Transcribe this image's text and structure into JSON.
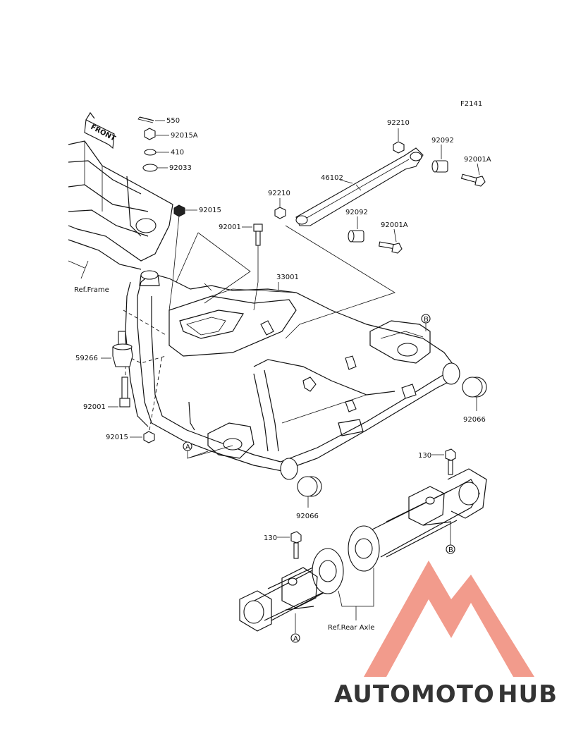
{
  "figure_code": "F2141",
  "front_arrow_label": "FRONT",
  "ref_labels": {
    "frame": "Ref.Frame",
    "rear_axle": "Ref.Rear Axle"
  },
  "callouts": {
    "circle_a": "A",
    "circle_b": "B"
  },
  "parts": [
    {
      "id": "p550",
      "number": "550"
    },
    {
      "id": "p92015A",
      "number": "92015A"
    },
    {
      "id": "p410",
      "number": "410"
    },
    {
      "id": "p92033",
      "number": "92033"
    },
    {
      "id": "p92015_top",
      "number": "92015"
    },
    {
      "id": "p92001_top",
      "number": "92001"
    },
    {
      "id": "p33001",
      "number": "33001"
    },
    {
      "id": "p59266",
      "number": "59266"
    },
    {
      "id": "p92001_left",
      "number": "92001"
    },
    {
      "id": "p92015_left",
      "number": "92015"
    },
    {
      "id": "p92210_a",
      "number": "92210"
    },
    {
      "id": "p92092_a",
      "number": "92092"
    },
    {
      "id": "p92001A_a",
      "number": "92001A"
    },
    {
      "id": "p46102",
      "number": "46102"
    },
    {
      "id": "p92210_b",
      "number": "92210"
    },
    {
      "id": "p92092_b",
      "number": "92092"
    },
    {
      "id": "p92001A_b",
      "number": "92001A"
    },
    {
      "id": "p92066_right",
      "number": "92066"
    },
    {
      "id": "p92066_bottom",
      "number": "92066"
    },
    {
      "id": "p130_right",
      "number": "130"
    },
    {
      "id": "p130_left",
      "number": "130"
    }
  ],
  "watermark": {
    "part1": "AUTOMOTO",
    "part2": "HUB",
    "color_primary": "#f08a78",
    "color_secondary": "#f5b042",
    "color_dark": "#6b6b6b"
  }
}
